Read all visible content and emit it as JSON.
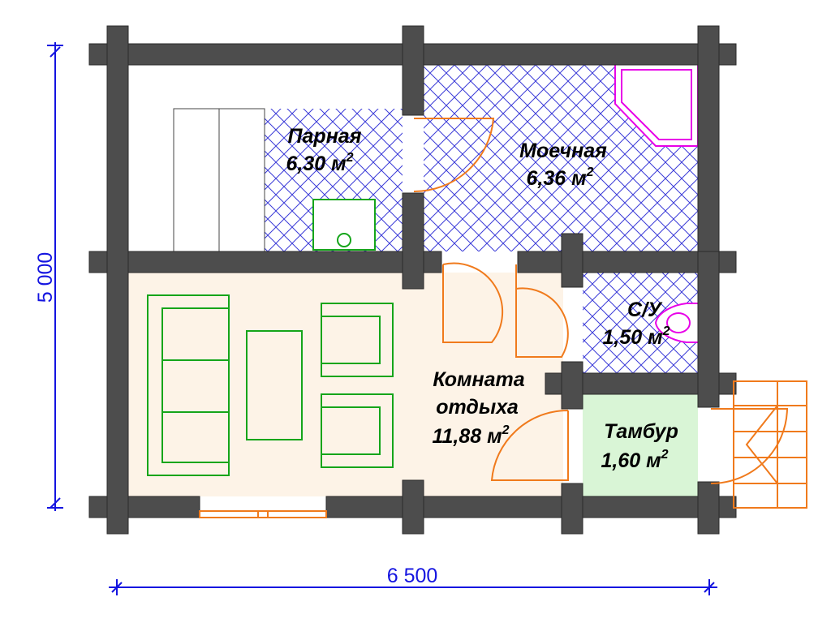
{
  "colors": {
    "wall": "#4d4d4d",
    "wall_stroke": "#2a2a2a",
    "rest_floor": "#fdf3e7",
    "vestibule_floor": "#d9f5d6",
    "tile_hatch": "#3a3ad8",
    "door": "#f07a1c",
    "furniture": "#15a51a",
    "fixture": "#e800e8",
    "dimension": "#1414e0"
  },
  "icons": {
    "dimension_tick": "slash-tick-icon",
    "stove": "stove-icon",
    "shower": "corner-shower-icon",
    "toilet": "toilet-icon",
    "stairs": "entrance-steps-icon"
  },
  "rooms": {
    "steam_room": {
      "name": "Парная",
      "area": "6,30 м",
      "unit_power": "2"
    },
    "washing_room": {
      "name": "Моечная",
      "area": "6,36 м",
      "unit_power": "2"
    },
    "bathroom": {
      "name": "С/У",
      "area": "1,50 м",
      "unit_power": "2"
    },
    "rest_room": {
      "name_line1": "Комната",
      "name_line2": "отдыха",
      "area": "11,88 м",
      "unit_power": "2"
    },
    "vestibule": {
      "name": "Тамбур",
      "area": "1,60 м",
      "unit_power": "2"
    }
  },
  "dimensions": {
    "width": "6 500",
    "height": "5 000"
  }
}
